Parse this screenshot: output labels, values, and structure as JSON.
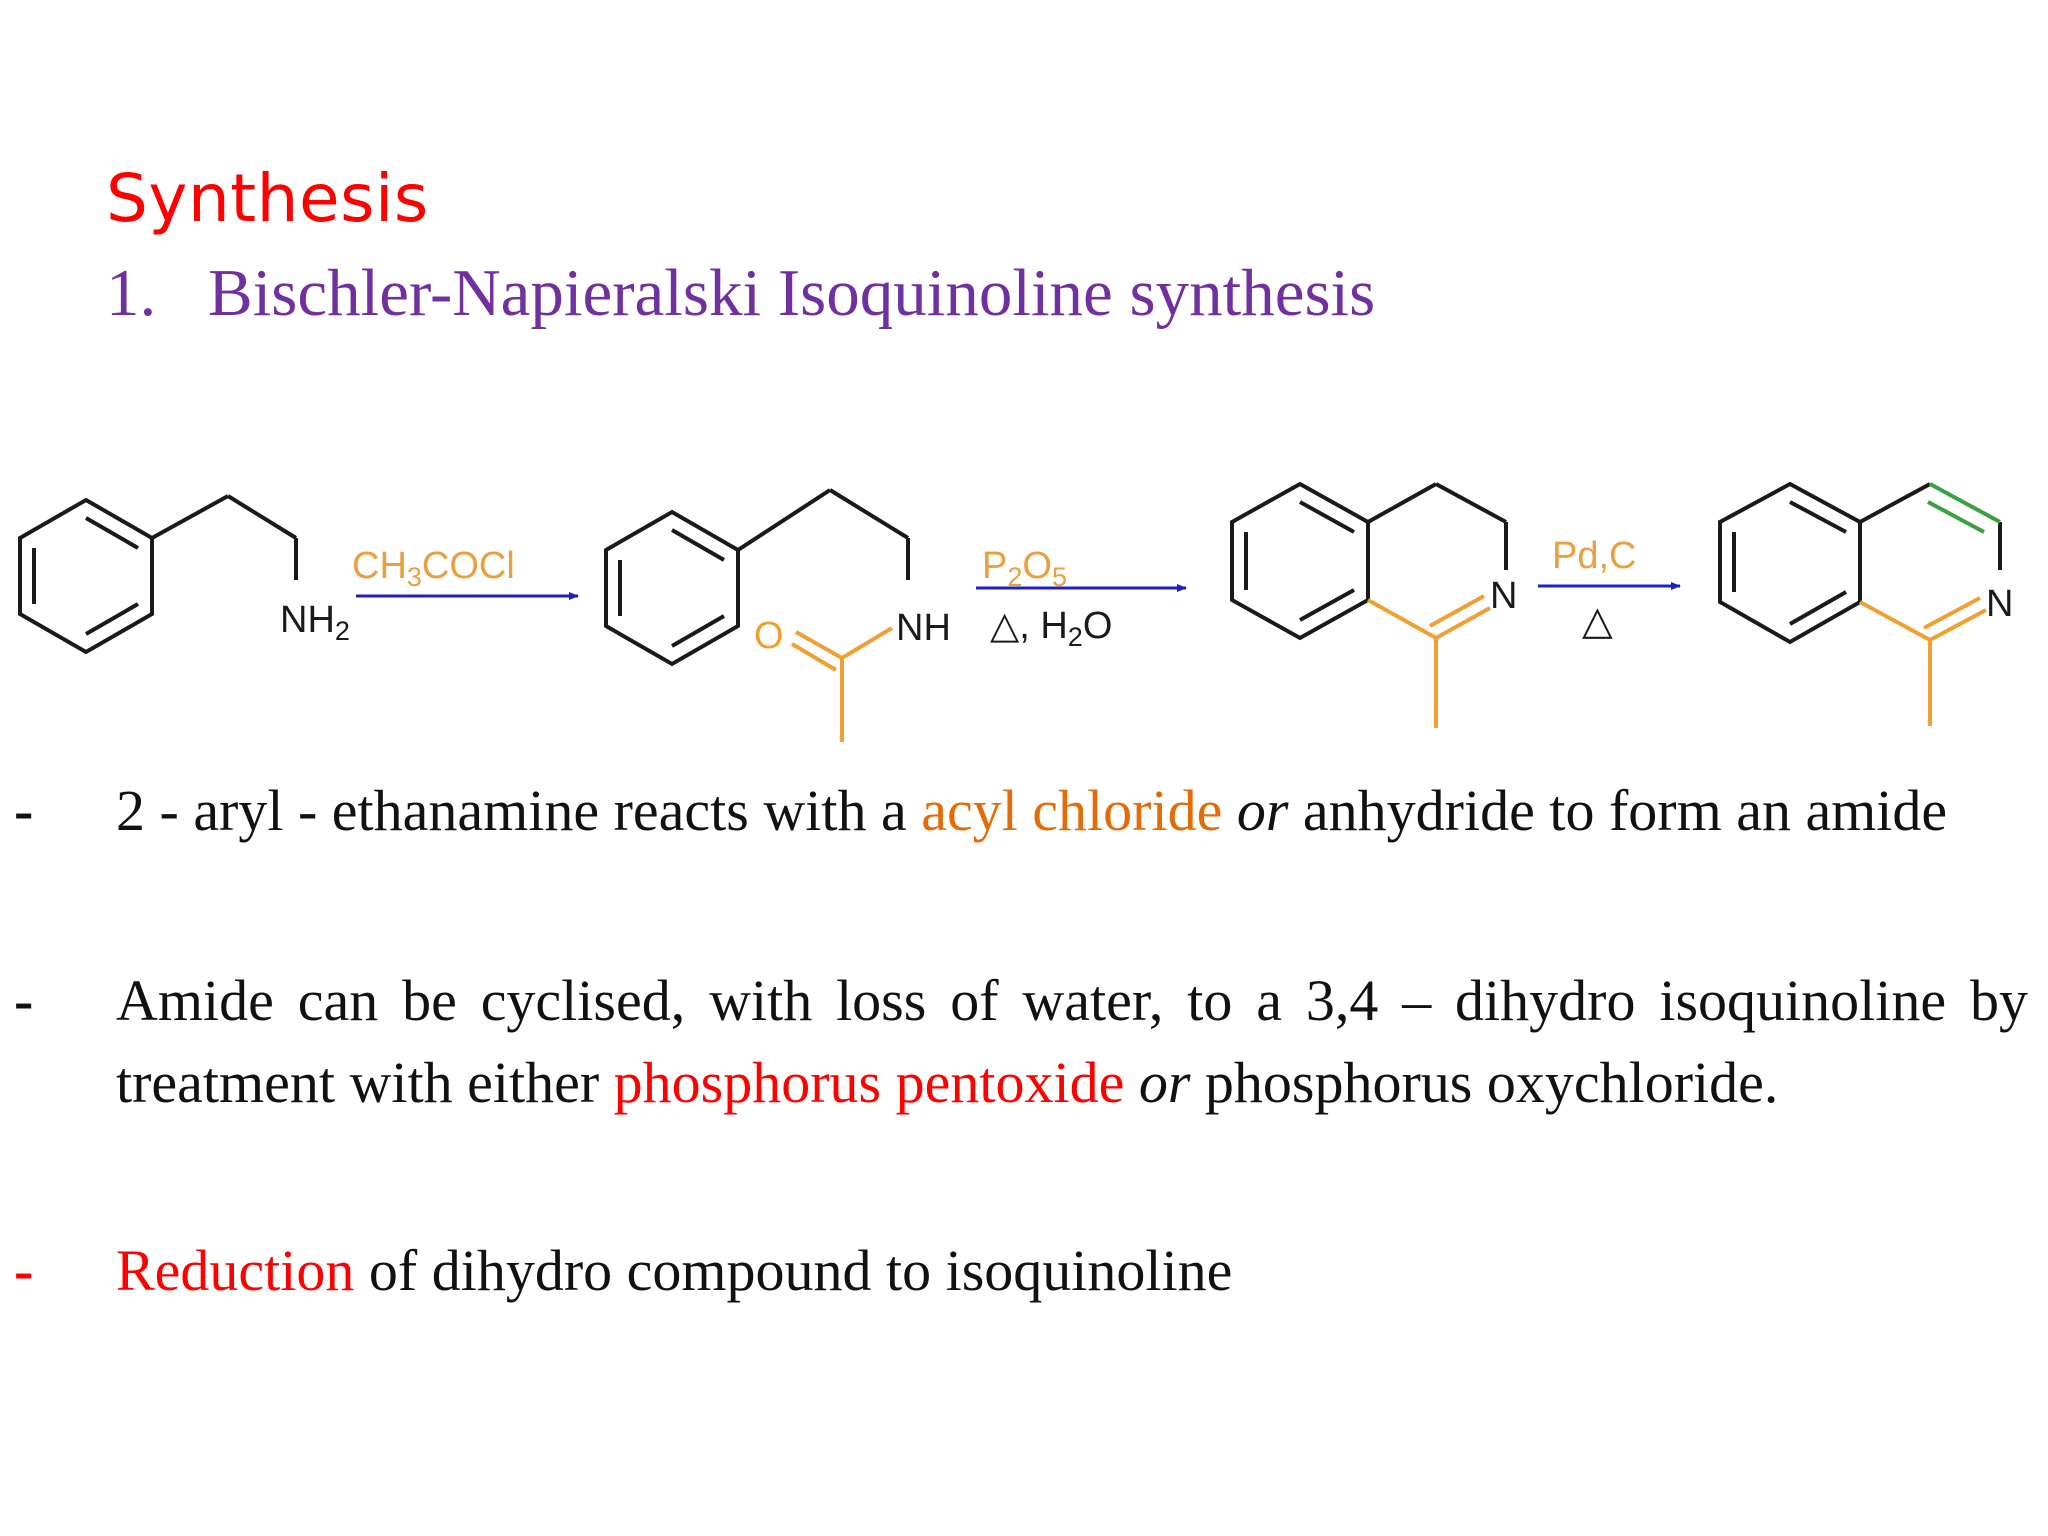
{
  "slide": {
    "title": "Synthesis",
    "subtitle_number": "1.",
    "subtitle_text": "Bischler-Napieralski Isoquinoline synthesis"
  },
  "scheme": {
    "nh2_label": "NH",
    "nh2_sub": "2",
    "reagent1": {
      "a": "CH",
      "sub": "3",
      "b": "COCl"
    },
    "o_label": "O",
    "nh_label": "NH",
    "reagent2_top": {
      "a": "P",
      "sub1": "2",
      "b": "O",
      "sub2": "5"
    },
    "reagent2_bottom": {
      "a": "△, H",
      "sub": "2",
      "b": "O"
    },
    "n_label_1": "N",
    "reagent3_top": "Pd,C",
    "reagent3_bottom": "△",
    "n_label_2": "N",
    "colors": {
      "black": "#1a1a1a",
      "orange": "#f0a030",
      "reagent_orange": "#e8a040",
      "arrow": "#2020c0",
      "green": "#3aa040"
    }
  },
  "bullets": [
    {
      "dash": "-",
      "t1": "2 - aryl - ethanamine reacts with a ",
      "t2": "acyl chloride",
      "t3": " or",
      "t4": " anhydride to form an amide"
    },
    {
      "dash": "-",
      "t1": "Amide can be cyclised, with loss of water, to a 3,4 – dihydro isoquinoline by treatment with either ",
      "t2": "phosphorus pentoxide",
      "t3": " or",
      "t4": " phosphorus oxychloride."
    },
    {
      "dash": "-",
      "t1": "Reduction",
      "t2": " of dihydro compound to isoquinoline"
    }
  ]
}
